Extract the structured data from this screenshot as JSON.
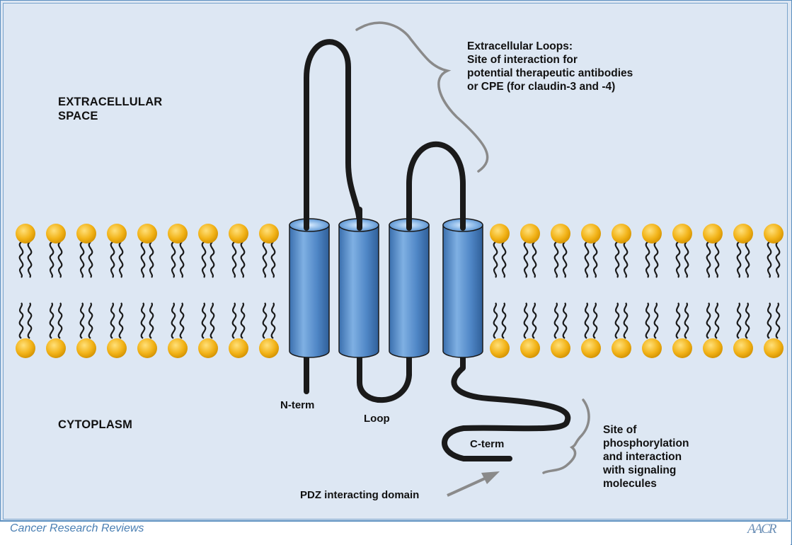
{
  "labels": {
    "extracellular_line1": "EXTRACELLULAR",
    "extracellular_line2": "SPACE",
    "cytoplasm": "CYTOPLASM",
    "loops_line1": "Extracellular Loops:",
    "loops_line2": "Site of interaction for",
    "loops_line3": "potential therapeutic antibodies",
    "loops_line4": "or CPE (for claudin-3 and -4)",
    "n_term": "N-term",
    "loop": "Loop",
    "c_term": "C-term",
    "pdz": "PDZ interacting domain",
    "site_line1": "Site of",
    "site_line2": "phosphorylation",
    "site_line3": "and interaction",
    "site_line4": "with signaling",
    "site_line5": "molecules"
  },
  "footer": {
    "journal": "Cancer Research Reviews",
    "logo": "AACR"
  },
  "colors": {
    "background": "#dde7f3",
    "lipid_head": "#f2b318",
    "helix": "#4f86c6",
    "backbone": "#1a1a1a",
    "brace": "#8a8a8a",
    "frame": "#5b8fbf"
  },
  "icons": [
    "lipid-head-icon",
    "helix-cylinder-icon",
    "brace-icon",
    "arrow-icon"
  ]
}
